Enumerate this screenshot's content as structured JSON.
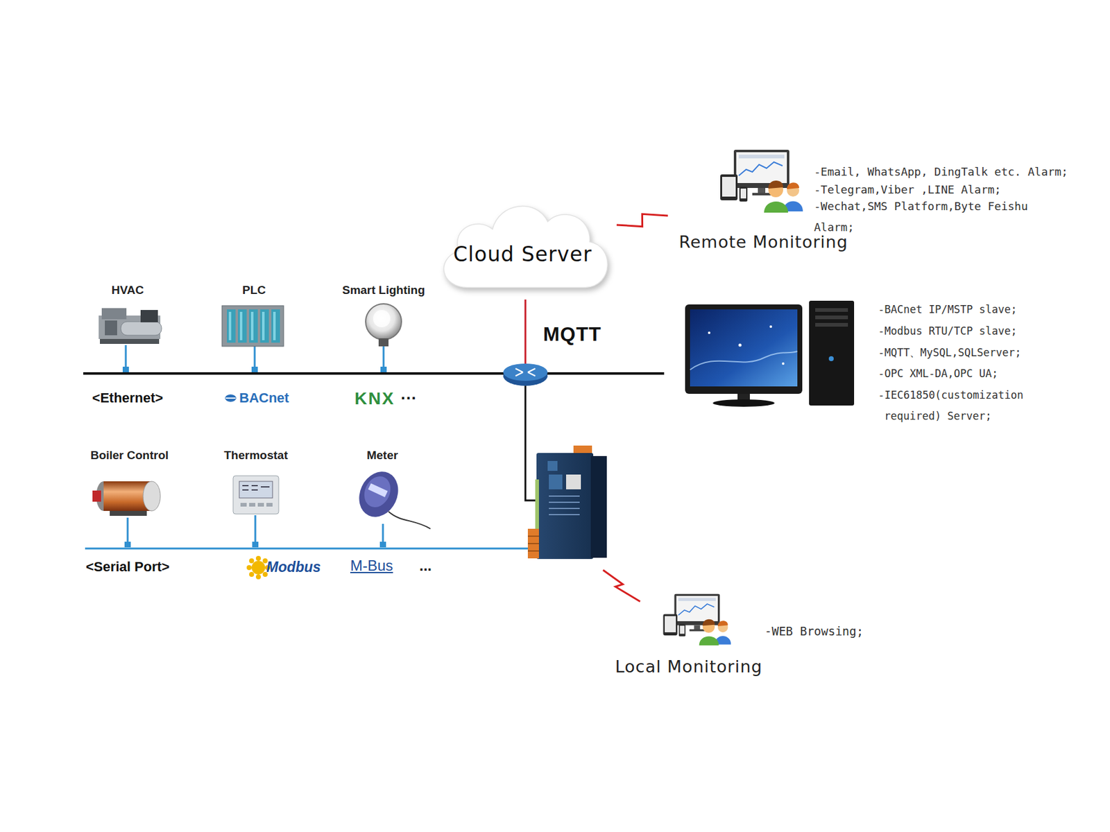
{
  "diagram": {
    "nodes": [
      {
        "text": [
          "Remote Monitoring"
        ]
      },
      {
        "text": [
          "Cloud Server"
        ]
      },
      {
        "text": [
          "HVAC"
        ]
      },
      {
        "text": [
          "PLC"
        ]
      },
      {
        "text": [
          "Smart Lighting"
        ]
      },
      {
        "text": [
          "Boiler Control"
        ]
      },
      {
        "text": [
          "Thermostat"
        ]
      },
      {
        "text": [
          "Meter"
        ]
      },
      {
        "text": [
          "Local Monitoring"
        ]
      }
    ],
    "edges": [
      {
        "from": 1,
        "to": 0,
        "arrow": "none"
      }
    ],
    "labels": [
      "-Email, WhatsApp, DingTalk etc. Alarm;",
      "-Telegram,Viber ,LINE Alarm;",
      "-Wechat,SMS Platform,Byte Feishu Alarm;",
      "MQTT",
      "-BACnet IP/MSTP slave;",
      "-Modbus RTU/TCP slave;",
      "-MQTT、MySQL,SQLServer;",
      "-OPC XML-DA,OPC UA;",
      "-IEC61850(customization required) Server;",
      "<Ethernet>",
      "BACnet",
      "KNX",
      "···",
      "<Serial Port>",
      "Modbus",
      "M-Bus",
      "...",
      "-WEB Browsing;"
    ]
  }
}
